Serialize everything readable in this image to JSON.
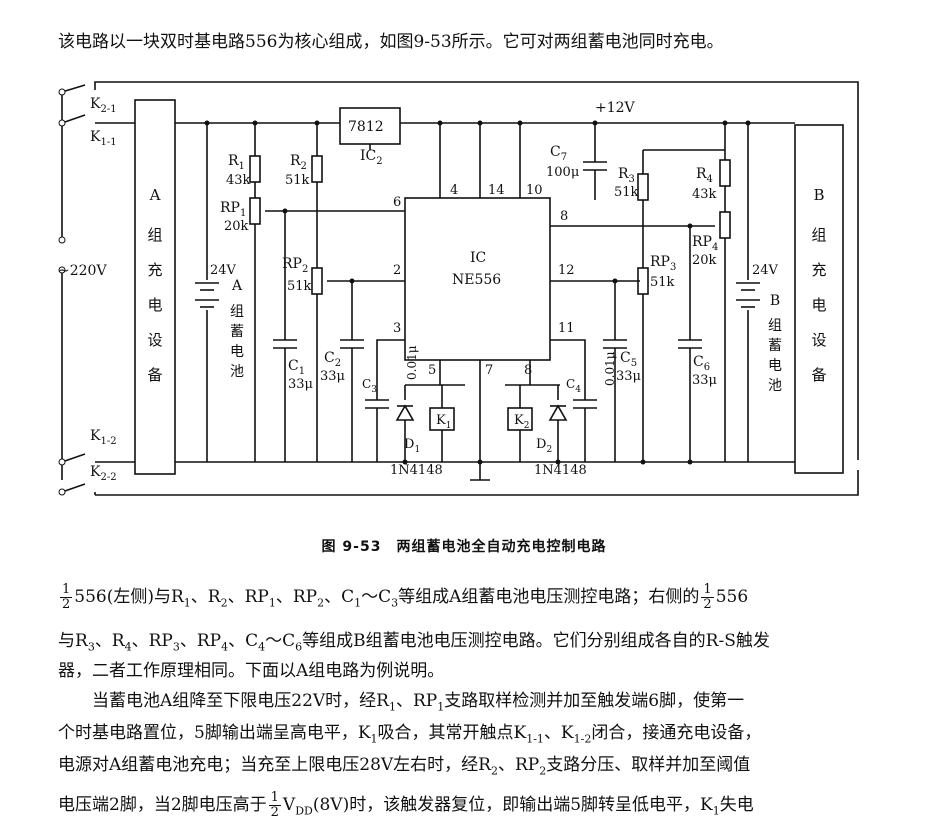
{
  "intro": "该电路以一块双时基电路556为核心组成，如图9-53所示。它可对两组蓄电池同时充电。",
  "figure": {
    "caption": "图 9-53　两组蓄电池全自动充电控制电路",
    "ic_main": "IC",
    "ic_part": "NE556",
    "regulator": "7812",
    "regulator_ref": "IC",
    "regulator_ref_sub": "2",
    "supply": "+12V",
    "mains": "~220V",
    "charger_a": [
      "A",
      "组",
      "充",
      "电",
      "设",
      "备"
    ],
    "charger_b": [
      "B",
      "组",
      "充",
      "电",
      "设",
      "备"
    ],
    "battery_a_label": [
      "A",
      "组",
      "蓄",
      "电",
      "池"
    ],
    "battery_b_label": [
      "B",
      "组",
      "蓄",
      "电",
      "池"
    ],
    "battery_voltage": "24V",
    "pins": [
      "6",
      "4",
      "14",
      "10",
      "8",
      "2",
      "12",
      "3",
      "11",
      "5",
      "7",
      "8"
    ],
    "components": {
      "r1": "R",
      "r1_sub": "1",
      "r1_val": "43k",
      "r2": "R",
      "r2_sub": "2",
      "r2_val": "51k",
      "rp1": "RP",
      "rp1_sub": "1",
      "rp1_val": "20k",
      "rp2": "RP",
      "rp2_sub": "2",
      "rp2_val": "51k",
      "c1": "C",
      "c1_sub": "1",
      "c1_val": "33μ",
      "c2": "C",
      "c2_sub": "2",
      "c2_val": "33μ",
      "c3": "C",
      "c3_sub": "3",
      "c3_val": "0.01μ",
      "c7": "C",
      "c7_sub": "7",
      "c7_val": "100μ",
      "r3": "R",
      "r3_sub": "3",
      "r3_val": "51k",
      "r4": "R",
      "r4_sub": "4",
      "r4_val": "43k",
      "rp3": "RP",
      "rp3_sub": "3",
      "rp3_val": "51k",
      "rp4": "RP",
      "rp4_sub": "4",
      "rp4_val": "20k",
      "c4": "C",
      "c4_sub": "4",
      "c4_val": "0.01μ",
      "c5": "C",
      "c5_sub": "5",
      "c5_val": "33μ",
      "c6": "C",
      "c6_sub": "6",
      "c6_val": "33μ",
      "k1": "K",
      "k1_sub": "1",
      "k2": "K",
      "k2_sub": "2",
      "d1": "D",
      "d1_sub": "1",
      "d2": "D",
      "d2_sub": "2",
      "diode_part": "1N4148",
      "k21": "K",
      "k21_sub": "2-1",
      "k11": "K",
      "k11_sub": "1-1",
      "k12": "K",
      "k12_sub": "1-2",
      "k22": "K",
      "k22_sub": "2-2"
    }
  },
  "body": {
    "p1_frac_num": "1",
    "p1_frac_den": "2",
    "p1_a": "556(左侧)与R",
    "p1_b": "、R",
    "p1_c": "、RP",
    "p1_d": "、RP",
    "p1_e": "、C",
    "p1_f": "～C",
    "p1_g": "等组成A组蓄电池电压测控电路；右侧的",
    "p1_h": "556",
    "p2_a": "与R",
    "p2_b": "、R",
    "p2_c": "、RP",
    "p2_d": "、RP",
    "p2_e": "、C",
    "p2_f": "～C",
    "p2_g": "等组成B组蓄电池电压测控电路。它们分别组成各自的R-S触发",
    "p3": "器，二者工作原理相同。下面以A组电路为例说明。",
    "p4_a": "当蓄电池A组降至下限电压22V时，经R",
    "p4_b": "、RP",
    "p4_c": "支路取样检测并加至触发端6脚，使第一",
    "p5_a": "个时基电路置位，5脚输出端呈高电平，K",
    "p5_b": "吸合，其常开触点K",
    "p5_c": "、K",
    "p5_d": "闭合，接通充电设备，",
    "p6_a": "电源对A组蓄电池充电；当充至上限电压28V左右时，经R",
    "p6_b": "、RP",
    "p6_c": "支路分压、取样并加至阈值",
    "p7_a": "电压端2脚，当2脚电压高于",
    "p7_b": "V",
    "p7_c": "(8V)时，该触发器复位，即输出端5脚转呈低电平，K",
    "p7_d": "失电",
    "sub_1": "1",
    "sub_2": "2",
    "sub_3": "3",
    "sub_4": "4",
    "sub_5": "5",
    "sub_6": "6",
    "sub_11": "1-1",
    "sub_12": "1-2",
    "sub_dd": "DD"
  }
}
